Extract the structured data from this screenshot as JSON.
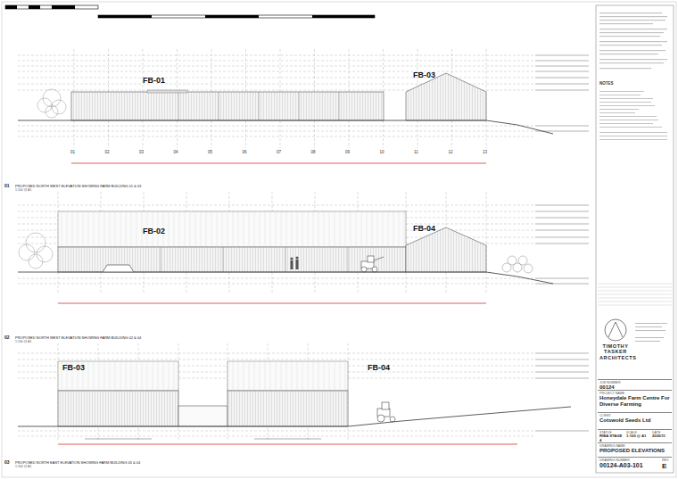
{
  "diagram": {
    "nodes": [
      {
        "text": [
          "TIMOTHY TASKER ARCHITECTS"
        ]
      },
      {
        "text": [
          "JOB NUMBER",
          "00124"
        ]
      },
      {
        "text": [
          "PROJECT NAME",
          "Honeydale Farm Centre For Diverse Farming"
        ]
      },
      {
        "text": [
          "CLIENT",
          "Cotswold Seeds Ltd"
        ]
      },
      {
        "text": [
          "STATUS",
          "RIBA STAGE 4"
        ]
      },
      {
        "text": [
          "SCALE",
          "1:100 @ A1"
        ]
      },
      {
        "text": [
          "DATE",
          "2020/11"
        ]
      },
      {
        "text": [
          "DRAWING NAME",
          "PROPOSED ELEVATIONS"
        ]
      },
      {
        "text": [
          "DRAWING NUMBER",
          "00124-A03-101"
        ]
      },
      {
        "text": [
          "REV",
          "E"
        ]
      }
    ],
    "labels": [
      "FB-01",
      "FB-03",
      "01",
      "02",
      "03",
      "04",
      "05",
      "06",
      "07",
      "08",
      "09",
      "10",
      "11",
      "12",
      "13",
      "01",
      "PROPOSED NORTH WEST ELEVATION SHOWING FARM BUILDING 01 & 03",
      "1:100 @ A1",
      "FB-02",
      "FB-04",
      "02",
      "PROPOSED NORTH WEST ELEVATION SHOWING FARM BUILDING 02 & 04",
      "1:100 @ A1",
      "FB-03",
      "FB-04",
      "03",
      "PROPOSED NORTH EAST ELEVATION SHOWING FARM BUILDING 03 & 04",
      "1:100 @ A1",
      "NOTES"
    ]
  }
}
